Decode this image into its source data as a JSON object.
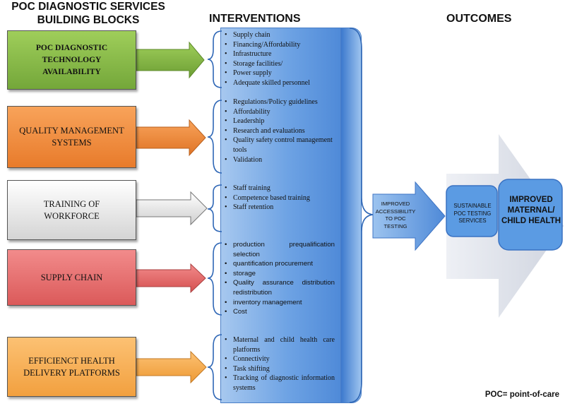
{
  "headers": {
    "building_line1": "POC DIAGNOSTIC SERVICES",
    "building_line2": "BUILDING BLOCKS",
    "interventions": "INTERVENTIONS",
    "outcomes": "OUTCOMES"
  },
  "building_blocks": [
    {
      "label": "POC DIAGNOSTIC TECHNOLOGY AVAILABILITY",
      "color": "#8dbf4b"
    },
    {
      "label": "QUALITY MANAGEMENT SYSTEMS",
      "color": "#f08d3c"
    },
    {
      "label": "TRAINING OF WORKFORCE",
      "color": "#e6e6e6"
    },
    {
      "label": "SUPPLY CHAIN",
      "color": "#e97070"
    },
    {
      "label": "EFFICIENCT HEALTH DELIVERY PLATFORMS",
      "color": "#f7b257"
    }
  ],
  "interventions": {
    "poc": [
      "Supply chain",
      "Financing/Affordability",
      "Infrastructure",
      "Storage facilities/",
      "Power supply",
      "Adequate skilled personnel"
    ],
    "qms": [
      "Regulations/Policy guidelines",
      "Affordability",
      "Leadership",
      "Research and evaluations",
      "Quality safety control management tools",
      "Validation"
    ],
    "training": [
      "Staff training",
      "Competence based training",
      "Staff retention"
    ],
    "supply": [
      "production prequalification selection",
      "quantification procurement",
      " storage",
      "Quality assurance distribution redistribution",
      "inventory management",
      "Cost"
    ],
    "ehdp": [
      "Maternal and child health care platforms",
      "Connectivity",
      "Task shifting",
      "Tracking of diagnostic information systems"
    ]
  },
  "outcomes": {
    "improved_access": "IMPROVED ACCESSIBILITY TO POC TESTING",
    "sustainable": "SUSTAINABLE POC TESTING SERVICES",
    "improved_mch": "IMPROVED MATERNAL/ CHILD HEALTH"
  },
  "footnote": "POC= point-of-care",
  "colors": {
    "intervention_blue": "#6ea3e4",
    "outcome_blue": "#5b9be3",
    "big_arrow_grey": "#d9dde6"
  }
}
